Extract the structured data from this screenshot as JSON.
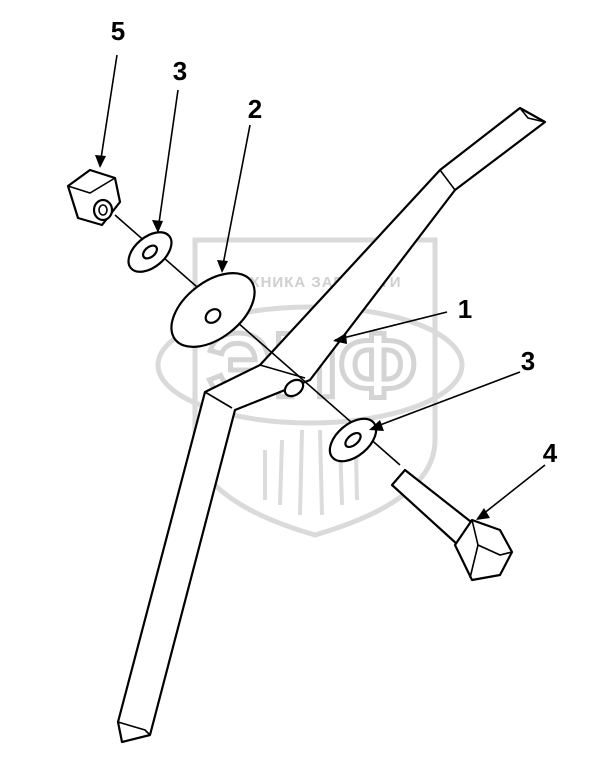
{
  "watermark": {
    "brand_text": "ТЕХНИКА  ЗАПЧАСТИ",
    "logo_letters": "ЭПФ",
    "color": "#d4d4d4"
  },
  "callouts": [
    {
      "id": "nut",
      "label": "5"
    },
    {
      "id": "washer-top",
      "label": "3"
    },
    {
      "id": "spacer",
      "label": "2"
    },
    {
      "id": "lever",
      "label": "1"
    },
    {
      "id": "washer-bottom",
      "label": "3"
    },
    {
      "id": "bolt",
      "label": "4"
    }
  ]
}
